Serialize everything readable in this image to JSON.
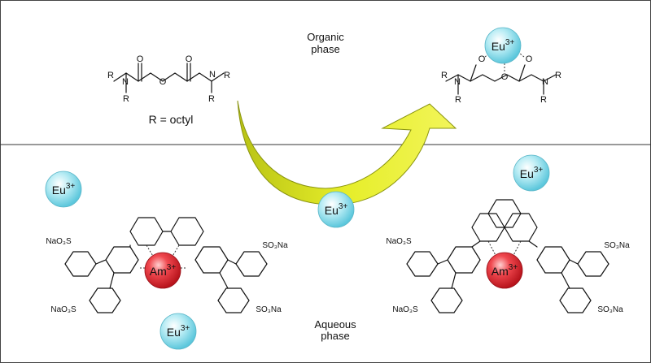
{
  "phases": {
    "organic_line1": "Organic",
    "organic_line2": "phase",
    "aqueous_line1": "Aqueous",
    "aqueous_line2": "phase"
  },
  "ligand": {
    "r_def": "R = octyl",
    "R": "R",
    "O": "O",
    "N": "N"
  },
  "ions": {
    "eu_symbol": "Eu",
    "eu_charge": "3+",
    "am_symbol": "Am",
    "am_charge": "3+"
  },
  "sulfonate": {
    "left": "NaO₃S",
    "right": "SO₃Na"
  },
  "colors": {
    "eu_sphere": "#7fd6e6",
    "am_sphere": "#e8303a",
    "arrow": "#d6e21a",
    "divider": "#333333"
  }
}
